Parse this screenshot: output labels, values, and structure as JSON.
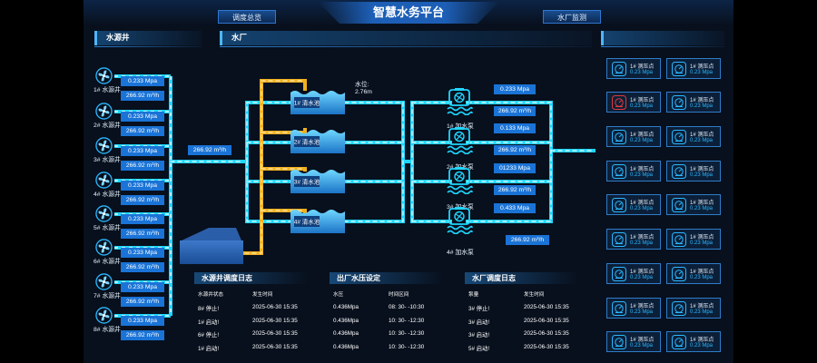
{
  "header": {
    "title": "智慧水务平台",
    "tab_left": "调度总览",
    "tab_right": "水厂监测"
  },
  "sections": {
    "wells": "水源井",
    "plant": "水厂"
  },
  "wells": [
    {
      "label": "1# 水源井",
      "pressure": "0.233 Mpa",
      "flow": "266.92 m³/h"
    },
    {
      "label": "2# 水源井",
      "pressure": "0.233 Mpa",
      "flow": "266.92 m³/h"
    },
    {
      "label": "3# 水源井",
      "pressure": "0.233 Mpa",
      "flow": "266.92 m³/h"
    },
    {
      "label": "4# 水源井",
      "pressure": "0.233 Mpa",
      "flow": "266.92 m³/h"
    },
    {
      "label": "5# 水源井",
      "pressure": "0.233 Mpa",
      "flow": "266.92 m³/h"
    },
    {
      "label": "6# 水源井",
      "pressure": "0.233 Mpa",
      "flow": "266.92 m³/h"
    },
    {
      "label": "7# 水源井",
      "pressure": "0.233 Mpa",
      "flow": "266.92 m³/h"
    },
    {
      "label": "8# 水源井",
      "pressure": "0.233 Mpa",
      "flow": "266.92 m³/h"
    }
  ],
  "main_flow": "266.92 m³/h",
  "water_level": {
    "label": "水位:",
    "value": "2.76m"
  },
  "pools": [
    "1# 清水池",
    "2# 清水池",
    "3# 清水池",
    "4# 清水池"
  ],
  "pumps": [
    {
      "label": "1# 加水泵",
      "pressure": "0.233 Mpa",
      "flow": "266.92 m³/h"
    },
    {
      "label": "2# 加水泵",
      "pressure": "0.133 Mpa",
      "flow": "266.92 m³/h"
    },
    {
      "label": "3# 加水泵",
      "pressure": "01233 Mpa",
      "flow": "266.92 m³/h"
    },
    {
      "label": "4# 加水泵",
      "pressure": "0.433 Mpa",
      "flow": "266.92 m³/h"
    }
  ],
  "log_wells": {
    "title": "水源井调度日志",
    "headers": [
      "水源井状态",
      "发生时间"
    ],
    "rows": [
      [
        "8# 停止!",
        "2025-06-30  15:35"
      ],
      [
        "1# 启动!",
        "2025-06-30  15:35"
      ],
      [
        "6# 停止!",
        "2025-06-30  15:35"
      ],
      [
        "1# 启动!",
        "2025-06-30  15:35"
      ]
    ]
  },
  "pressure_set": {
    "title": "出厂水压设定",
    "headers": [
      "水压",
      "时间区间"
    ],
    "rows": [
      [
        "0.436Mpa",
        "08:  30- -10:30"
      ],
      [
        "0.436Mpa",
        "10:  30- -12:30"
      ],
      [
        "0.436Mpa",
        "10:  30- -12:30"
      ],
      [
        "0.436Mpa",
        "10:  30- -12:30"
      ]
    ]
  },
  "log_plant": {
    "title": "水厂调度日志",
    "headers": [
      "泵量",
      "发生时间"
    ],
    "rows": [
      [
        "3# 停止!",
        "2025-06-30  15:35"
      ],
      [
        "3# 启动!",
        "2025-06-30  15:35"
      ],
      [
        "3# 启动!",
        "2025-06-30  15:35"
      ],
      [
        "5# 启动!",
        "2025-06-30  15:35"
      ]
    ]
  },
  "monitor": {
    "label": "1# 测压点",
    "value": "0.23 Mpa",
    "alarm_index": 2,
    "colors": {
      "normal": "#2ab8ff",
      "alarm": "#e03a3a"
    }
  },
  "colors": {
    "pipe_blue": "#1fd5ff",
    "pipe_orange": "#f0b020",
    "box": "#1a73d6"
  }
}
